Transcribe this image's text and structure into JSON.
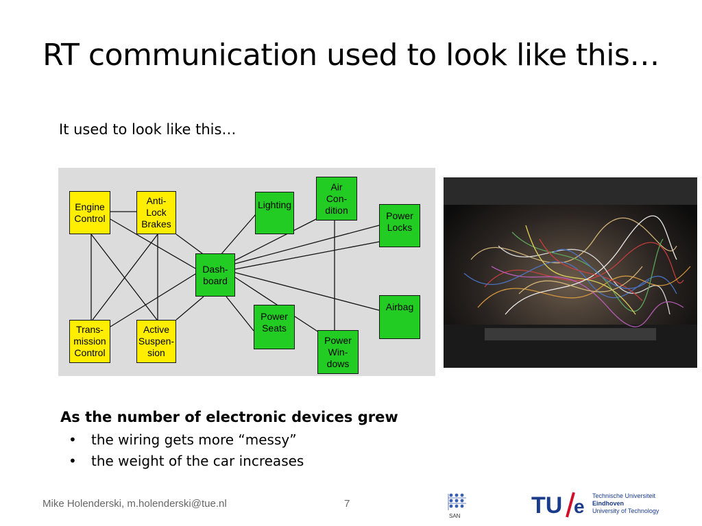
{
  "slide": {
    "title": "RT communication used to look like this…",
    "subtitle": "It used to look like this…",
    "heading": "As the number of electronic devices grew",
    "bullets": [
      "the wiring gets more “messy”",
      "the weight of the car increases"
    ],
    "bullet_symbol": "•"
  },
  "diagram": {
    "colors": {
      "ecu_yellow": "#ffee00",
      "ecu_green": "#22cc22",
      "background": "#dcdcdc"
    },
    "nodes": {
      "engine": "Engine\nControl",
      "abs": "Anti-\nLock\nBrakes",
      "trans": "Trans-\nmission\nControl",
      "susp": "Active\nSuspen-\nsion",
      "dash": "Dash-\nboard",
      "lighting": "Lighting",
      "aircon": "Air\nCon-\ndition",
      "powerlocks": "Power\nLocks",
      "seats": "Power\nSeats",
      "windows": "Power\nWin-\ndows",
      "airbag": "Airbag"
    }
  },
  "photo": {
    "alt": "engine bay wiring harness"
  },
  "footer": {
    "author": "Mike Holenderski, m.holenderski@tue.nl",
    "page": "7",
    "san_label": "SAN",
    "tue_mark": "TU/e",
    "tue_line1": "Technische Universiteit",
    "tue_line2": "Eindhoven",
    "tue_line3": "University of Technology"
  }
}
